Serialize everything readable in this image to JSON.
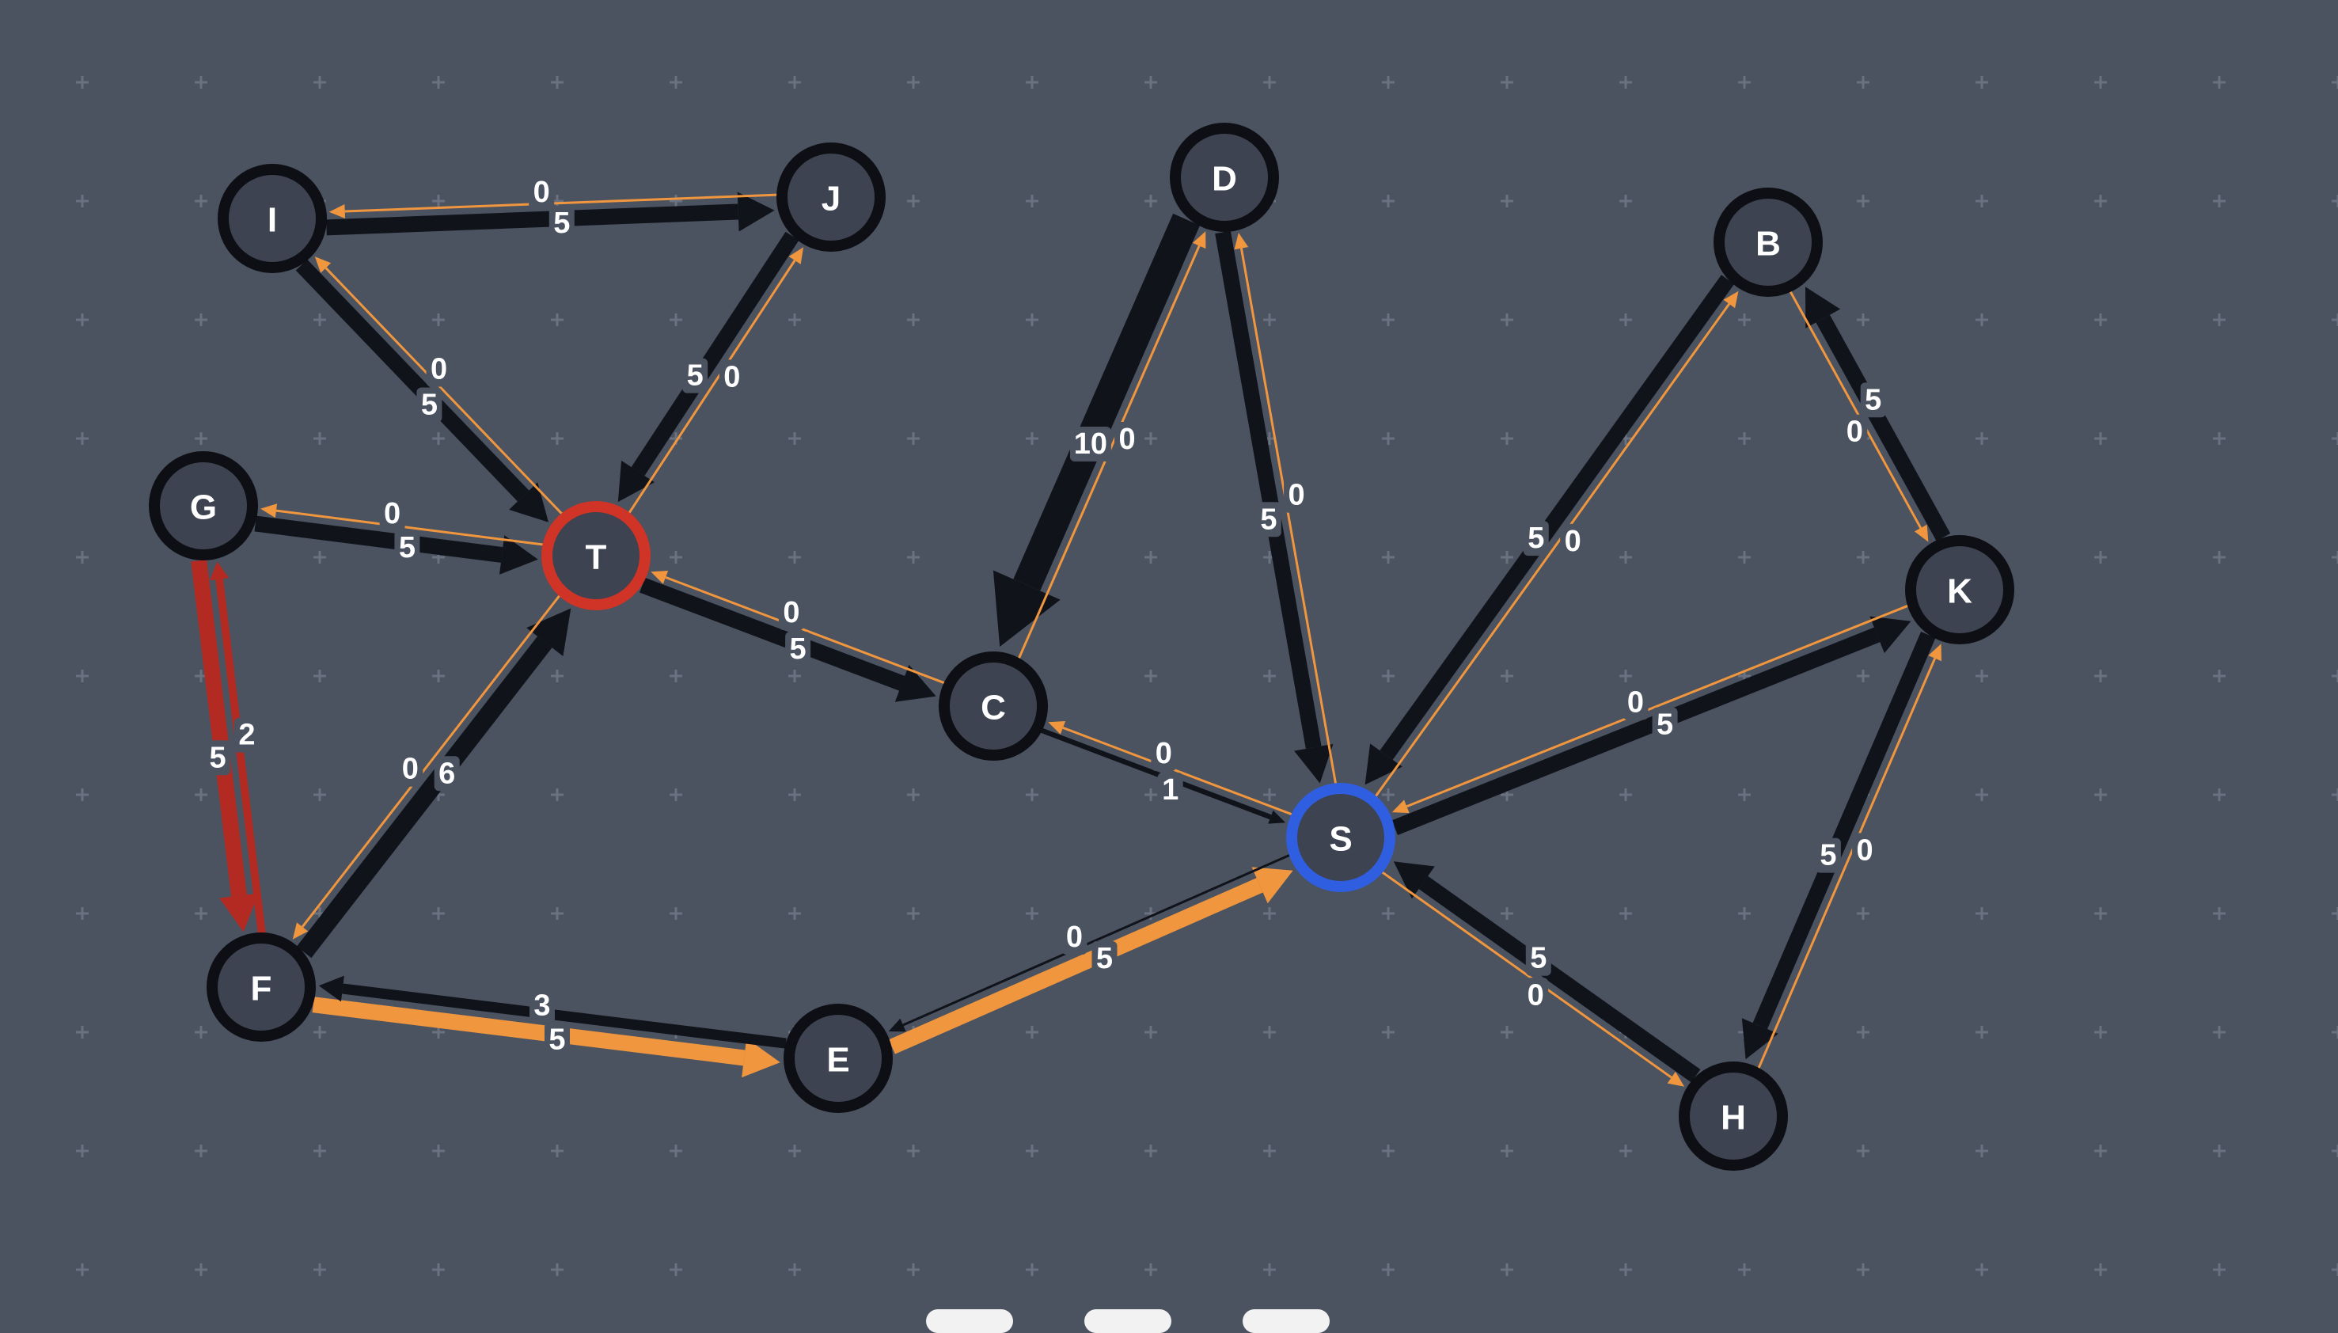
{
  "colors": {
    "background": "#4b5260",
    "grid": "#6a7180",
    "node_fill": "#3d4350",
    "node_stroke": "#0d0f14",
    "source_stroke": "#2f5fe0",
    "sink_stroke": "#cf3426",
    "edge_dark": "#10131a",
    "edge_orange": "#f0963e",
    "edge_red": "#b32a22",
    "label": "#ffffff"
  },
  "nodes": [
    {
      "id": "I",
      "label": "I",
      "role": "normal"
    },
    {
      "id": "J",
      "label": "J",
      "role": "normal"
    },
    {
      "id": "D",
      "label": "D",
      "role": "normal"
    },
    {
      "id": "B",
      "label": "B",
      "role": "normal"
    },
    {
      "id": "G",
      "label": "G",
      "role": "normal"
    },
    {
      "id": "T",
      "label": "T",
      "role": "sink"
    },
    {
      "id": "C",
      "label": "C",
      "role": "normal"
    },
    {
      "id": "K",
      "label": "K",
      "role": "normal"
    },
    {
      "id": "S",
      "label": "S",
      "role": "source"
    },
    {
      "id": "F",
      "label": "F",
      "role": "normal"
    },
    {
      "id": "E",
      "label": "E",
      "role": "normal"
    },
    {
      "id": "H",
      "label": "H",
      "role": "normal"
    }
  ],
  "edges": [
    {
      "from": "I",
      "to": "J",
      "forward_label": "5",
      "backward_label": "0",
      "forward_color": "dark",
      "backward_color": "orange",
      "forward_weight": 5,
      "backward_weight": 0
    },
    {
      "from": "I",
      "to": "T",
      "forward_label": "5",
      "backward_label": "0",
      "forward_color": "dark",
      "backward_color": "orange",
      "forward_weight": 5,
      "backward_weight": 0
    },
    {
      "from": "J",
      "to": "T",
      "forward_label": "5",
      "backward_label": "0",
      "forward_color": "dark",
      "backward_color": "orange",
      "forward_weight": 5,
      "backward_weight": 0
    },
    {
      "from": "G",
      "to": "T",
      "forward_label": "5",
      "backward_label": "0",
      "forward_color": "dark",
      "backward_color": "orange",
      "forward_weight": 5,
      "backward_weight": 0
    },
    {
      "from": "T",
      "to": "C",
      "forward_label": "5",
      "backward_label": "0",
      "forward_color": "dark",
      "backward_color": "orange",
      "forward_weight": 5,
      "backward_weight": 0
    },
    {
      "from": "F",
      "to": "T",
      "forward_label": "6",
      "backward_label": "0",
      "forward_color": "dark",
      "backward_color": "orange",
      "forward_weight": 6,
      "backward_weight": 0
    },
    {
      "from": "G",
      "to": "F",
      "forward_label": "5",
      "backward_label": "2",
      "forward_color": "red",
      "backward_color": "red",
      "forward_weight": 5,
      "backward_weight": 2
    },
    {
      "from": "D",
      "to": "C",
      "forward_label": "10",
      "backward_label": "0",
      "forward_color": "dark",
      "backward_color": "orange",
      "forward_weight": 10,
      "backward_weight": 0
    },
    {
      "from": "D",
      "to": "S",
      "forward_label": "5",
      "backward_label": "0",
      "forward_color": "dark",
      "backward_color": "orange",
      "forward_weight": 5,
      "backward_weight": 0
    },
    {
      "from": "C",
      "to": "S",
      "forward_label": "1",
      "backward_label": "0",
      "forward_color": "dark",
      "backward_color": "orange",
      "forward_weight": 1,
      "backward_weight": 0
    },
    {
      "from": "B",
      "to": "S",
      "forward_label": "5",
      "backward_label": "0",
      "forward_color": "dark",
      "backward_color": "orange",
      "forward_weight": 5,
      "backward_weight": 0
    },
    {
      "from": "K",
      "to": "B",
      "forward_label": "5",
      "backward_label": "0",
      "forward_color": "dark",
      "backward_color": "orange",
      "forward_weight": 5,
      "backward_weight": 0
    },
    {
      "from": "S",
      "to": "K",
      "forward_label": "5",
      "backward_label": "0",
      "forward_color": "dark",
      "backward_color": "orange",
      "forward_weight": 5,
      "backward_weight": 0
    },
    {
      "from": "K",
      "to": "H",
      "forward_label": "5",
      "backward_label": "0",
      "forward_color": "dark",
      "backward_color": "orange",
      "forward_weight": 5,
      "backward_weight": 0
    },
    {
      "from": "H",
      "to": "S",
      "forward_label": "5",
      "backward_label": "0",
      "forward_color": "dark",
      "backward_color": "orange",
      "forward_weight": 5,
      "backward_weight": 0
    },
    {
      "from": "E",
      "to": "S",
      "forward_label": "5",
      "backward_label": "0",
      "forward_color": "orange",
      "backward_color": "dark",
      "forward_weight": 5,
      "backward_weight": 0
    },
    {
      "from": "F",
      "to": "E",
      "forward_label": "5",
      "backward_label": "3",
      "forward_color": "orange",
      "backward_color": "dark",
      "forward_weight": 5,
      "backward_weight": 3
    }
  ]
}
